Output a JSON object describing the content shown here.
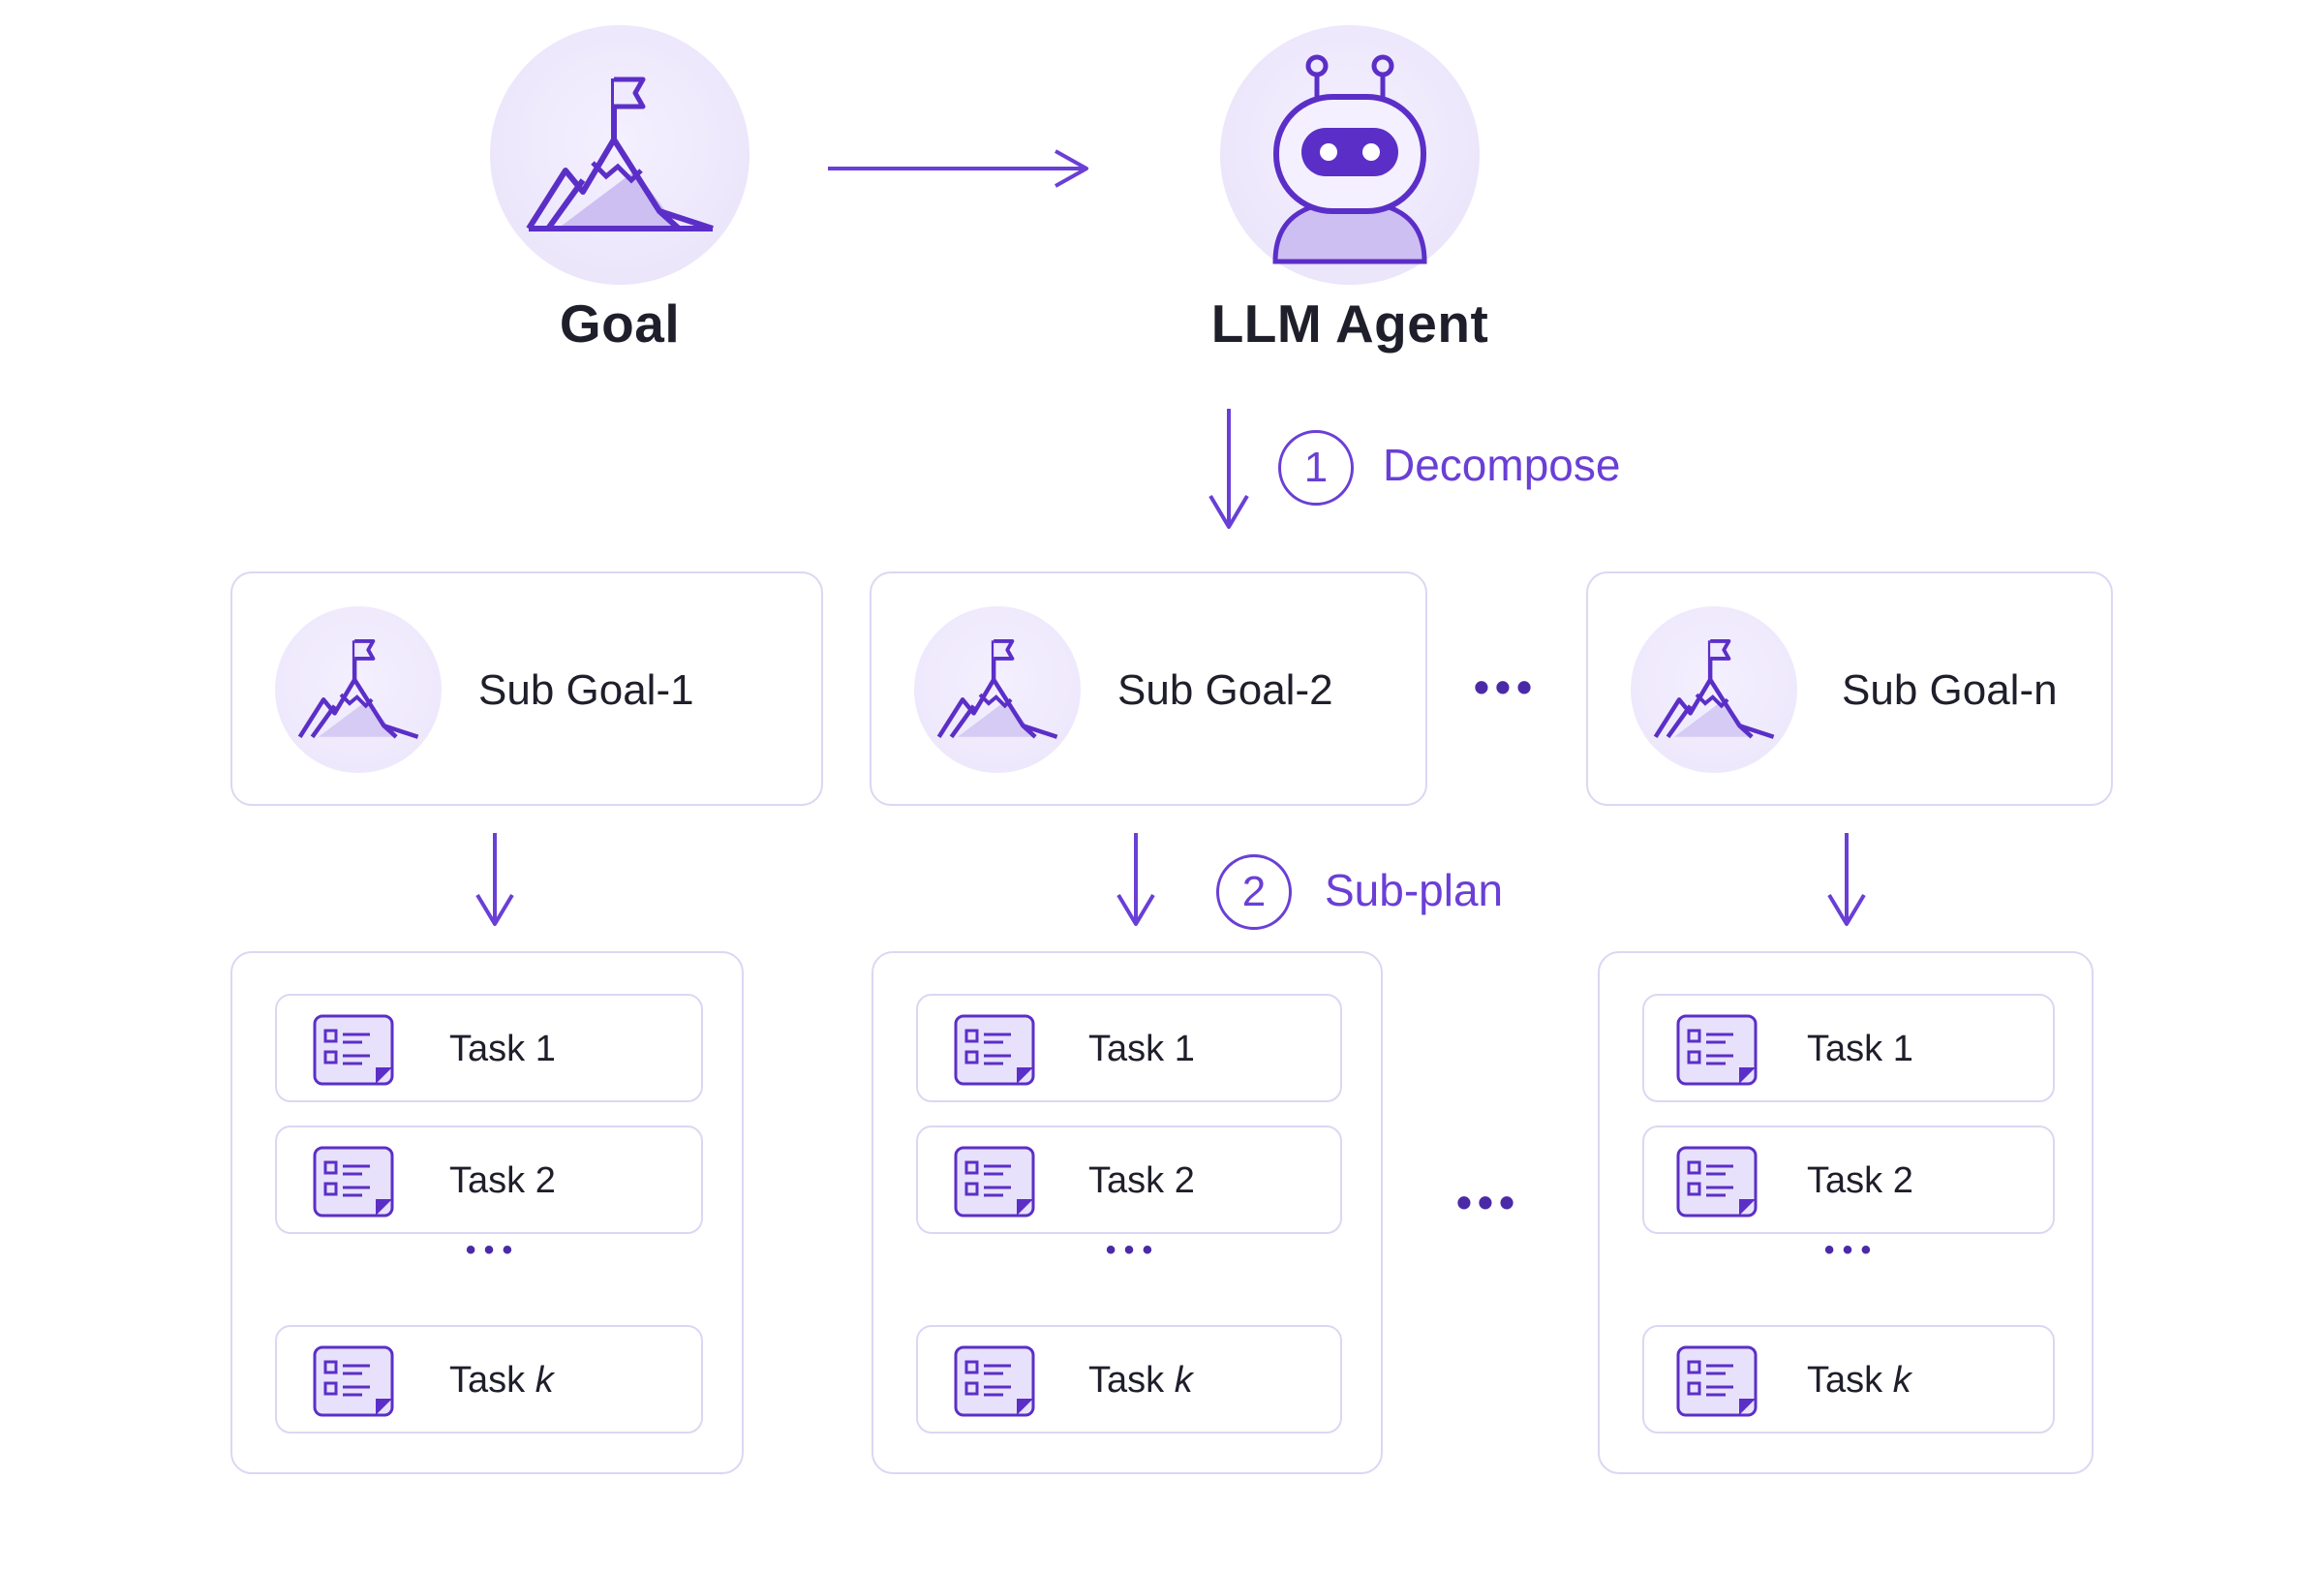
{
  "top": {
    "goal_label": "Goal",
    "agent_label": "LLM Agent"
  },
  "steps": {
    "decompose": {
      "number": "1",
      "label": "Decompose"
    },
    "subplan": {
      "number": "2",
      "label": "Sub-plan"
    }
  },
  "sub_goals": [
    {
      "title": "Sub Goal-1"
    },
    {
      "title": "Sub Goal-2"
    },
    {
      "title": "Sub Goal-n"
    }
  ],
  "ellipsis": "•••",
  "task_small_ellipsis": "• • •",
  "task_lists": [
    {
      "tasks": [
        {
          "prefix": "Task ",
          "suffix": "1"
        },
        {
          "prefix": "Task ",
          "suffix": "2"
        },
        {
          "prefix": "Task ",
          "suffix": "k"
        }
      ]
    },
    {
      "tasks": [
        {
          "prefix": "Task ",
          "suffix": "1"
        },
        {
          "prefix": "Task ",
          "suffix": "2"
        },
        {
          "prefix": "Task ",
          "suffix": "k"
        }
      ]
    },
    {
      "tasks": [
        {
          "prefix": "Task ",
          "suffix": "1"
        },
        {
          "prefix": "Task ",
          "suffix": "2"
        },
        {
          "prefix": "Task ",
          "suffix": "k"
        }
      ]
    }
  ],
  "colors": {
    "accent": "#6a3fd6",
    "icon_fill": "#cfc3f2",
    "border": "#ddd6f3",
    "circle_bg": "#ede7fb"
  }
}
